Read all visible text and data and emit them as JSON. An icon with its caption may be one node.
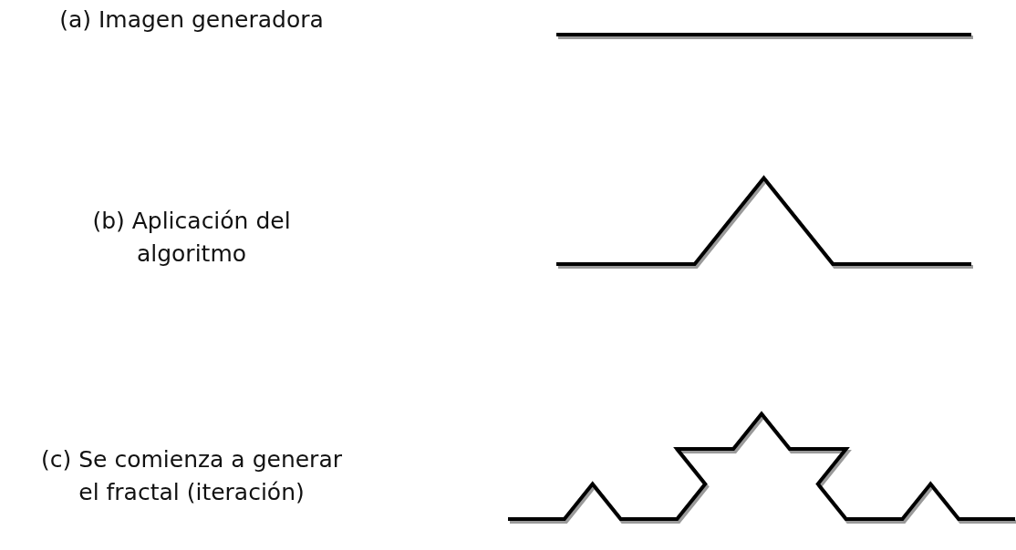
{
  "diagram": {
    "labels": [
      "(a) Imagen generadora",
      "(b) Aplicación del algoritmo",
      "(c) Se comienza a generar el fractal (iteración)"
    ]
  }
}
